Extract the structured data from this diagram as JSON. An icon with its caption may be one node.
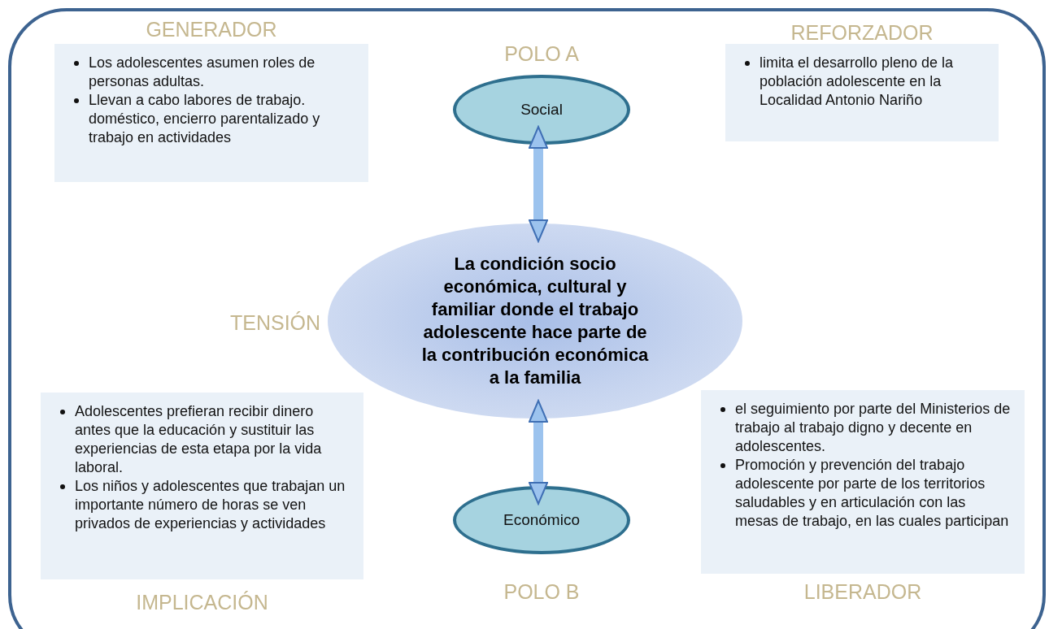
{
  "diagram": {
    "nodes": [
      {
        "text": [
          "GENERADOR",
          "Los adolescentes asumen roles de personas adultas.",
          "Llevan a cabo labores de  trabajo. doméstico, encierro parentalizado y trabajo en actividades"
        ]
      },
      {
        "text": [
          "POLO A",
          "Social"
        ]
      },
      {
        "text": [
          "REFORZADOR",
          "limita el desarrollo pleno de la población adolescente en la Localidad Antonio Nariño"
        ]
      },
      {
        "text": [
          "La condición socio económica, cultural y familiar donde el trabajo adolescente hace parte de la contribución económica a la familia"
        ],
        "beside": [
          "TENSIÓN"
        ]
      },
      {
        "text": [
          "Adolescentes prefieran recibir dinero antes que la educación y sustituir las experiencias de esta etapa por la vida laboral.",
          "Los niños y adolescentes que trabajan un importante número de horas se ven privados de experiencias y actividades",
          "IMPLICACIÓN"
        ]
      },
      {
        "text": [
          "Económico",
          "POLO B"
        ]
      },
      {
        "text": [
          "el seguimiento por parte del Ministerios de trabajo al trabajo digno y decente en adolescentes.",
          "Promoción y prevención del trabajo adolescente por parte de los territorios saludables y en articulación con las mesas de trabajo, en las cuales participan",
          "LIBERADOR"
        ]
      }
    ],
    "edges": [
      {
        "from": 1,
        "to": 3,
        "arrow": "both"
      },
      {
        "from": 3,
        "to": 5,
        "arrow": "both"
      }
    ]
  }
}
